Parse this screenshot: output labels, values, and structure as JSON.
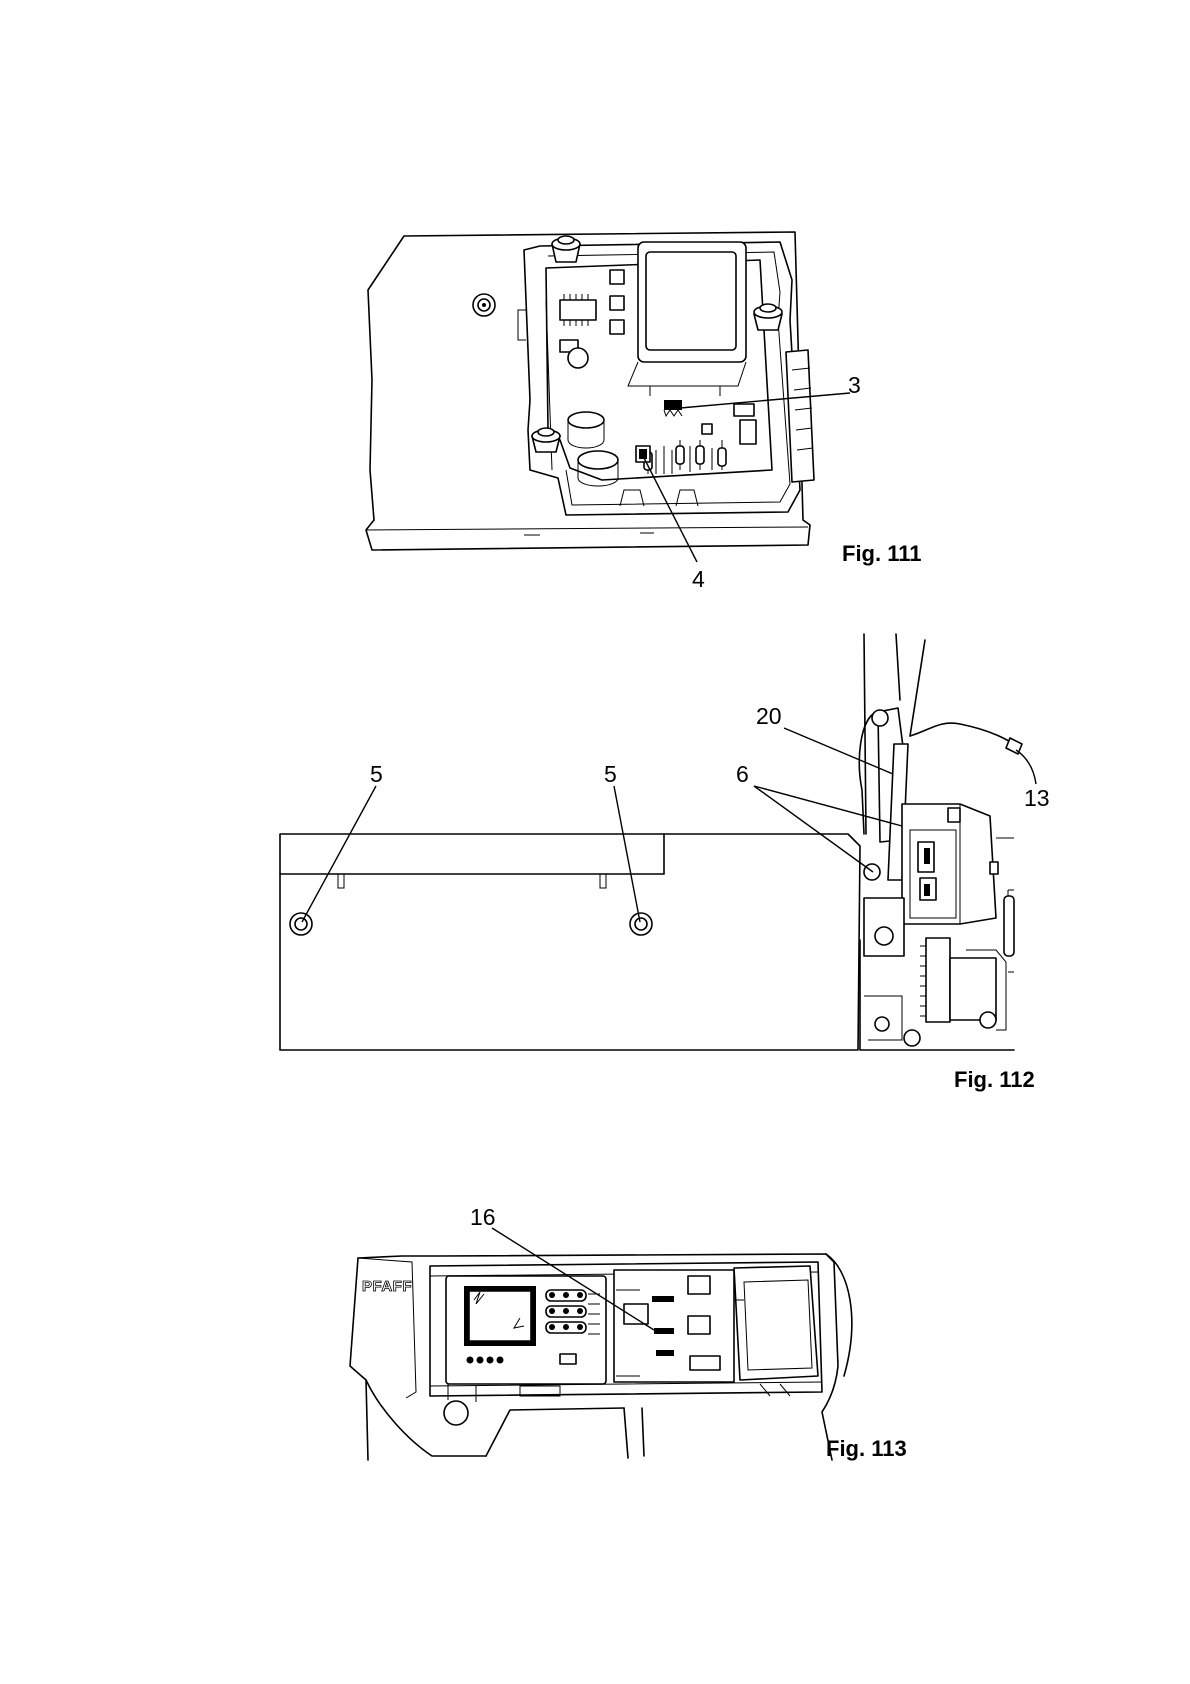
{
  "figures": [
    {
      "caption": "Fig. 111",
      "callouts": [
        "3",
        "4"
      ]
    },
    {
      "caption": "Fig. 112",
      "callouts": [
        "20",
        "5",
        "5",
        "6",
        "13"
      ]
    },
    {
      "caption": "Fig. 113",
      "callouts": [
        "16"
      ],
      "brand_text": "PFAFF"
    }
  ]
}
